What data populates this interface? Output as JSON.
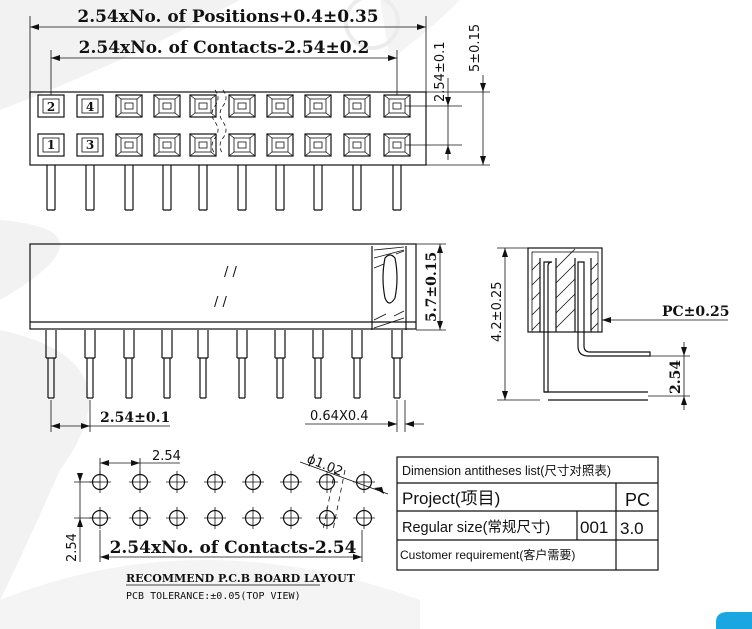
{
  "top_view": {
    "overall_dim": "2.54xNo. of Positions+0.4±0.35",
    "contacts_dim": "2.54xNo. of Contacts-2.54±0.2",
    "row_pitch_dim": "2.54±0.1",
    "height_dim": "5±0.15",
    "pin_labels_top": [
      "2",
      "4"
    ],
    "pin_labels_bottom": [
      "1",
      "3"
    ]
  },
  "side_view": {
    "body_height_dim": "5.7±0.15",
    "pitch_dim": "2.54±0.1",
    "pin_size_dim": "0.64X0.4"
  },
  "end_view": {
    "height_dim": "4.2±0.25",
    "pc_dim": "PC±0.25",
    "pitch_dim": "2.54"
  },
  "pcb_layout": {
    "pitch_dim": "2.54",
    "hole_dim": "ϕ1.02",
    "row_dim": "2.54",
    "contacts_dim": "2.54xNo. of Contacts-2.54",
    "title": "RECOMMEND P.C.B BOARD LAYOUT",
    "tolerance": "PCB TOLERANCE:±0.05(TOP VIEW)"
  },
  "table": {
    "title": "Dimension antitheses list(尺寸对照表)",
    "rows": [
      {
        "label": "Project(项目)",
        "value": "PC"
      },
      {
        "label": "Regular size(常规尺寸)",
        "code": "001",
        "value": "3.0"
      },
      {
        "label": "Customer requirement(客户需要)",
        "value": ""
      }
    ]
  },
  "colors": {
    "background_swoosh": "#f2f2f2",
    "accent_badge": "#1aa6e0",
    "line": "#111111"
  }
}
